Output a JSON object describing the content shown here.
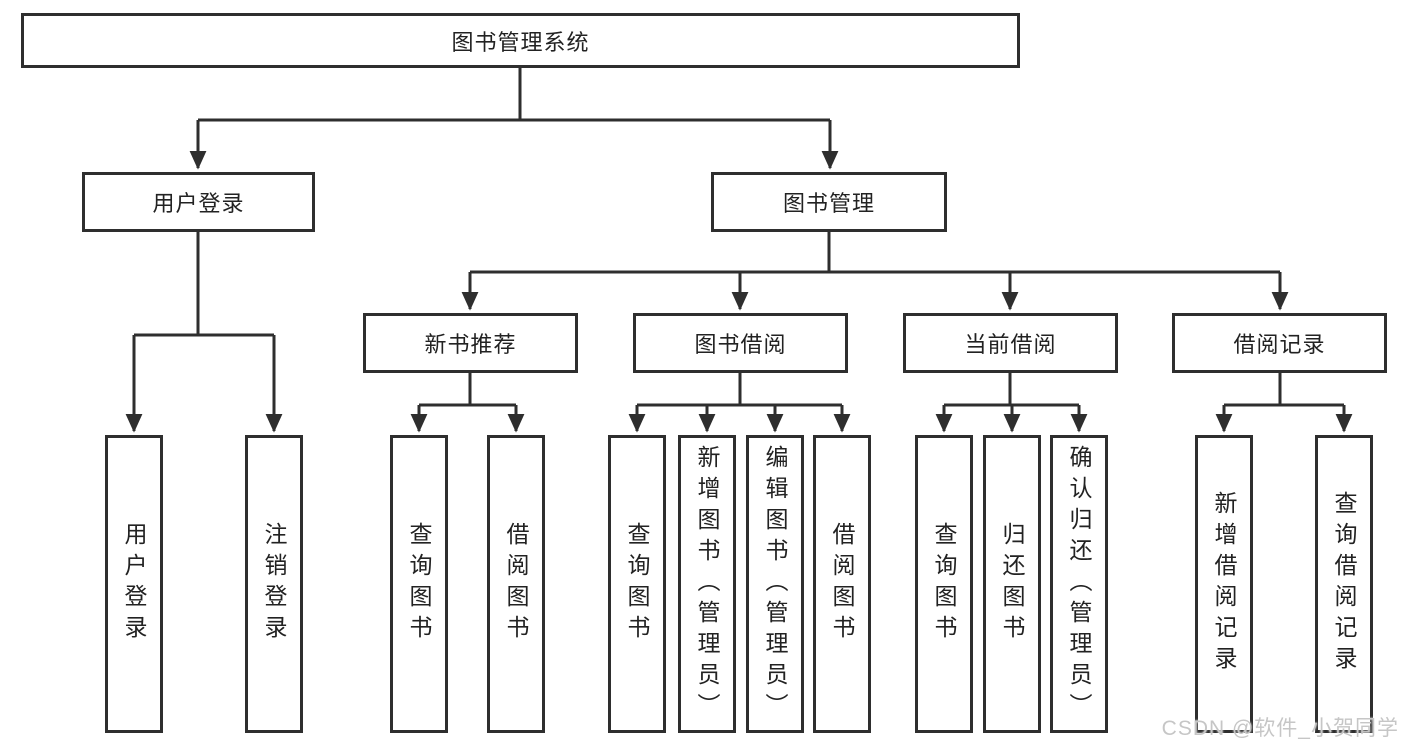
{
  "diagram": {
    "root": "图书管理系统",
    "user_login": {
      "label": "用户登录",
      "children": [
        "用户登录",
        "注销登录"
      ]
    },
    "book_management": {
      "label": "图书管理",
      "groups": [
        {
          "label": "新书推荐",
          "children": [
            "查询图书",
            "借阅图书"
          ]
        },
        {
          "label": "图书借阅",
          "children": [
            "查询图书",
            "新增图书（管理员）",
            "编辑图书（管理员）",
            "借阅图书"
          ]
        },
        {
          "label": "当前借阅",
          "children": [
            "查询图书",
            "归还图书",
            "确认归还（管理员）"
          ]
        },
        {
          "label": "借阅记录",
          "children": [
            "新增借阅记录",
            "查询借阅记录"
          ]
        }
      ]
    }
  },
  "watermark": "CSDN @软件_小贺同学",
  "colors": {
    "line": "#2e2e2e",
    "text": "#222222",
    "watermark": "#c6c6c6",
    "background": "#ffffff"
  }
}
